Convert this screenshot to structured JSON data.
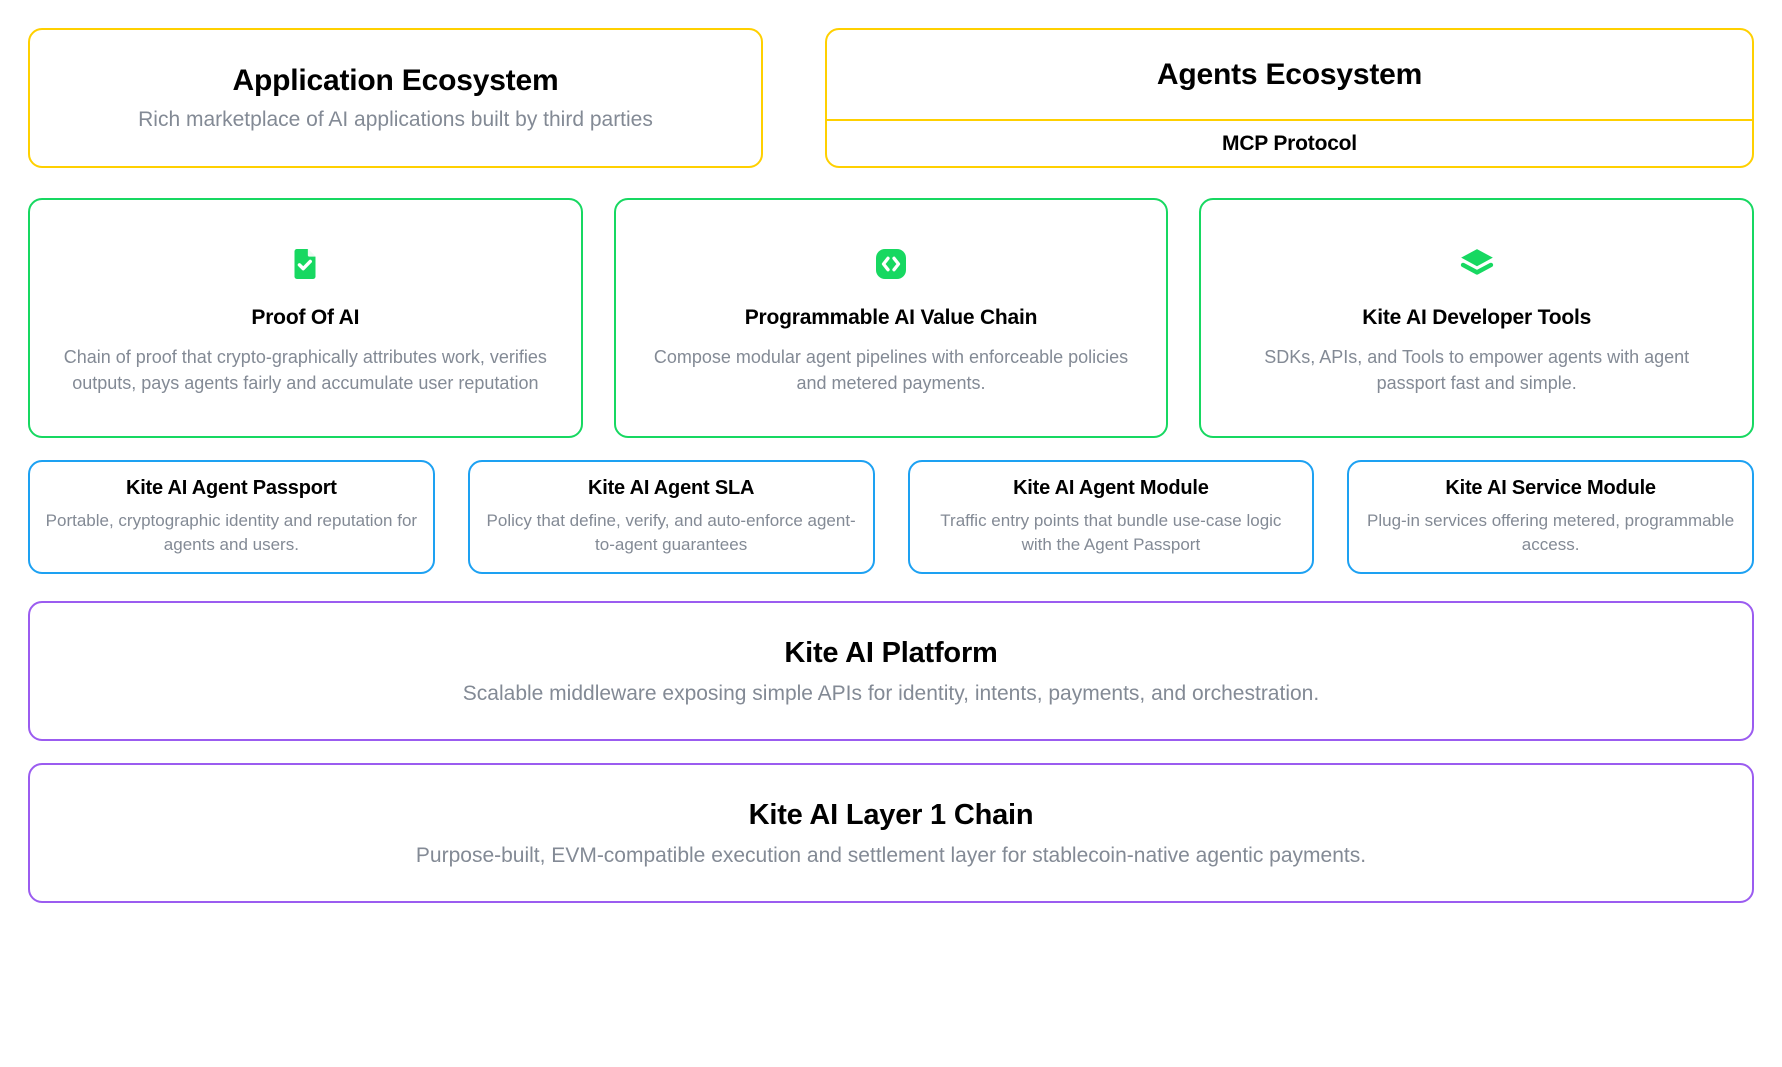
{
  "colors": {
    "yellow": "#FFD000",
    "green": "#17D861",
    "blue": "#1DA1F2",
    "purple": "#9B5CF0",
    "title_text": "#000000",
    "desc_text": "#838A95",
    "background": "#FFFFFF"
  },
  "ecosystem_row": {
    "application": {
      "title": "Application Ecosystem",
      "description": "Rich marketplace of AI applications built by third parties"
    },
    "agents": {
      "title": "Agents Ecosystem",
      "protocol_label": "MCP Protocol"
    }
  },
  "pillars": [
    {
      "icon": "document-check-icon",
      "title": "Proof Of AI",
      "description": "Chain of proof that crypto-graphically attributes work, verifies outputs, pays agents fairly and accumulate user reputation"
    },
    {
      "icon": "code-brackets-icon",
      "title": "Programmable AI Value Chain",
      "description": "Compose modular agent pipelines with enforceable policies and metered payments."
    },
    {
      "icon": "layers-stack-icon",
      "title": "Kite AI Developer Tools",
      "description": "SDKs, APIs, and Tools to empower agents with agent passport fast and simple."
    }
  ],
  "modules": [
    {
      "title": "Kite AI Agent Passport",
      "description": "Portable, cryptographic identity and reputation for agents and users."
    },
    {
      "title": "Kite AI Agent SLA",
      "description": "Policy that define, verify, and auto-enforce agent-to-agent guarantees"
    },
    {
      "title": "Kite AI Agent Module",
      "description": "Traffic entry points that bundle use-case logic with the Agent Passport"
    },
    {
      "title": "Kite AI Service Module",
      "description": "Plug-in services offering metered, programmable access."
    }
  ],
  "platform": {
    "title": "Kite AI Platform",
    "description": "Scalable middleware exposing simple APIs for identity, intents, payments, and orchestration."
  },
  "chain": {
    "title": "Kite AI Layer 1 Chain",
    "description": "Purpose-built, EVM-compatible execution and settlement layer for stablecoin-native agentic payments."
  }
}
